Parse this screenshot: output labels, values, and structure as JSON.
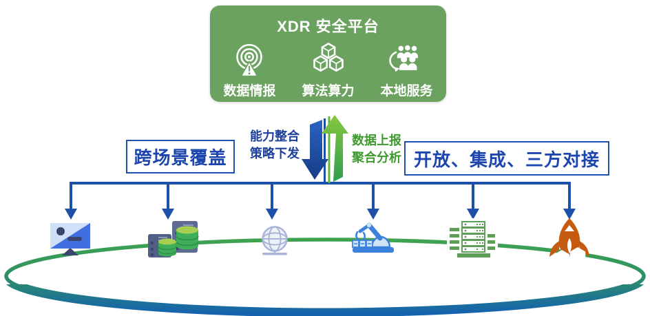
{
  "platform": {
    "title": "XDR 安全平台",
    "features": [
      {
        "label": "数据情报",
        "icon": "signal-alert-icon"
      },
      {
        "label": "算法算力",
        "icon": "hexagon-cluster-icon"
      },
      {
        "label": "本地服务",
        "icon": "people-group-icon"
      }
    ]
  },
  "flow": {
    "down_label_line1": "能力整合",
    "down_label_line2": "策略下发",
    "up_label_line1": "数据上报",
    "up_label_line2": "聚合分析"
  },
  "scene_box": {
    "label": "跨场景覆盖"
  },
  "integration_box": {
    "label": "开放、集成、三方对接"
  },
  "endpoints": {
    "icons": [
      "monitor-icon",
      "server-database-icon",
      "globe-icon",
      "robotic-arm-icon",
      "server-rack-icon",
      "rocket-icon"
    ]
  },
  "colors": {
    "panel_green": "#6ca25f",
    "line_blue": "#1d50a8",
    "box_text_blue": "#1c46ad",
    "flow_down_text_blue": "#1c3f9a",
    "flow_up_text_green": "#3e992f",
    "arrow_blue_gradient": [
      "#2c63c2",
      "#153c86"
    ],
    "arrow_green_gradient": [
      "#86c73e",
      "#2f9e4f"
    ],
    "ellipse_gradient": [
      "#3fa350",
      "#1563ae"
    ],
    "rocket_orange": "#c55a11",
    "rack_green": "#5f9e58",
    "server_slate": "#5d6b94",
    "database_green": "#3fae58",
    "monitor_blue": "#3f6fe0",
    "globe_periwinkle": "#a9b4d8",
    "arm_blue": "#3c82dd"
  }
}
